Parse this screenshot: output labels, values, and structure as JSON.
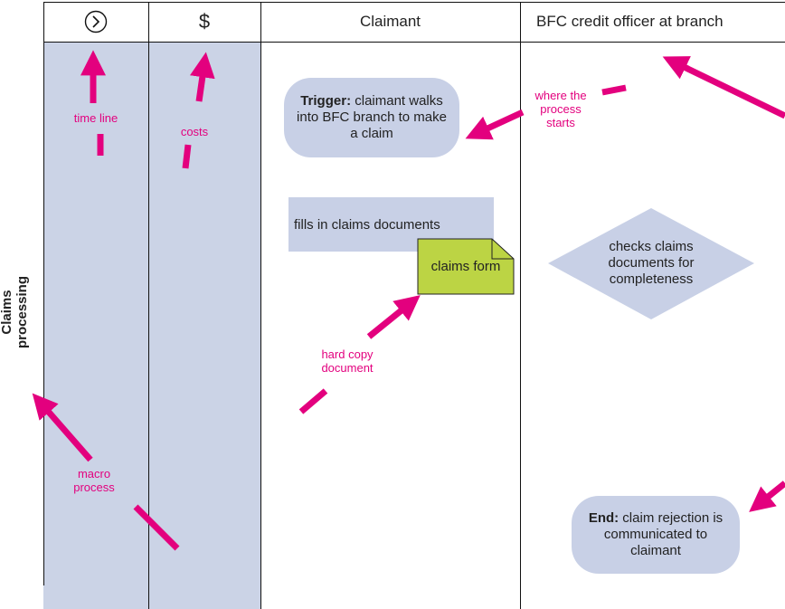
{
  "header": {
    "col_time_icon": "time-icon",
    "col_cost_symbol": "$",
    "col_claimant": "Claimant",
    "col_officer": "BFC credit officer at branch"
  },
  "swimlane_label": "Claims processing",
  "shapes": {
    "trigger_bold": "Trigger:",
    "trigger_text": " claimant walks into BFC branch to make a claim",
    "fills_in": "fills in claims documents",
    "claims_form": "claims form",
    "checks": "checks claims documents for completeness",
    "end_bold": "End:",
    "end_text": " claim rejection is communicated to claimant"
  },
  "annotations": {
    "time_line": "time line",
    "costs": "costs",
    "where_starts": "where the process starts",
    "hard_copy": "hard copy document",
    "macro_process": "macro process"
  },
  "colors": {
    "lane_fill": "#cbd3e6",
    "shape_fill": "#c8d0e6",
    "doc_fill": "#bcd444",
    "annotation": "#e3007e"
  }
}
